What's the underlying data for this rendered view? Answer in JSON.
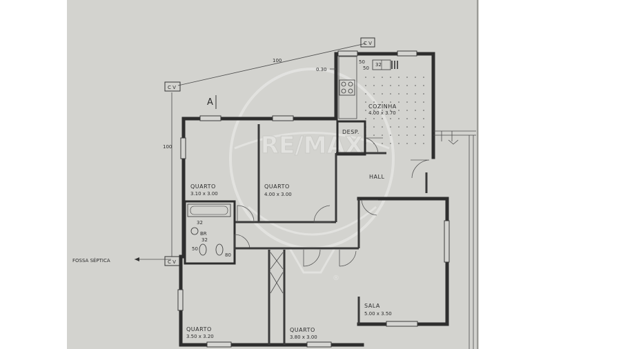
{
  "plan": {
    "paper_color": "#d3d3cf",
    "line_color": "#2e2e2e",
    "top_dimension": "100",
    "left_dimension": "100",
    "cv_top": "C V",
    "cv_left_top": "C V",
    "cv_bottom": "C V",
    "section_mark": "A",
    "kitchen_dims": [
      "50",
      "50",
      "32"
    ],
    "kitchen_offset": "0.30",
    "septic": "FOSSA SÉPTICA",
    "rooms": {
      "cozinha": {
        "name": "COZINHA",
        "size": "4.00 x 3.70"
      },
      "desp": {
        "name": "DESP."
      },
      "hall": {
        "name": "HALL"
      },
      "quarto1": {
        "name": "QUARTO",
        "size": "3.10 x 3.00"
      },
      "quarto2": {
        "name": "QUARTO",
        "size": "4.00 x 3.00"
      },
      "quarto3": {
        "name": "QUARTO",
        "size": "3.50 x 3.20"
      },
      "quarto4": {
        "name": "QUARTO",
        "size": "3.80 x 3.00"
      },
      "sala": {
        "name": "SALA",
        "size": "5.00 x 3.50"
      }
    },
    "bath_dims": [
      "32",
      "32",
      "50",
      "80"
    ],
    "bath_code": "BR"
  },
  "watermark": {
    "text": "RE/MAX",
    "mark": "®"
  }
}
